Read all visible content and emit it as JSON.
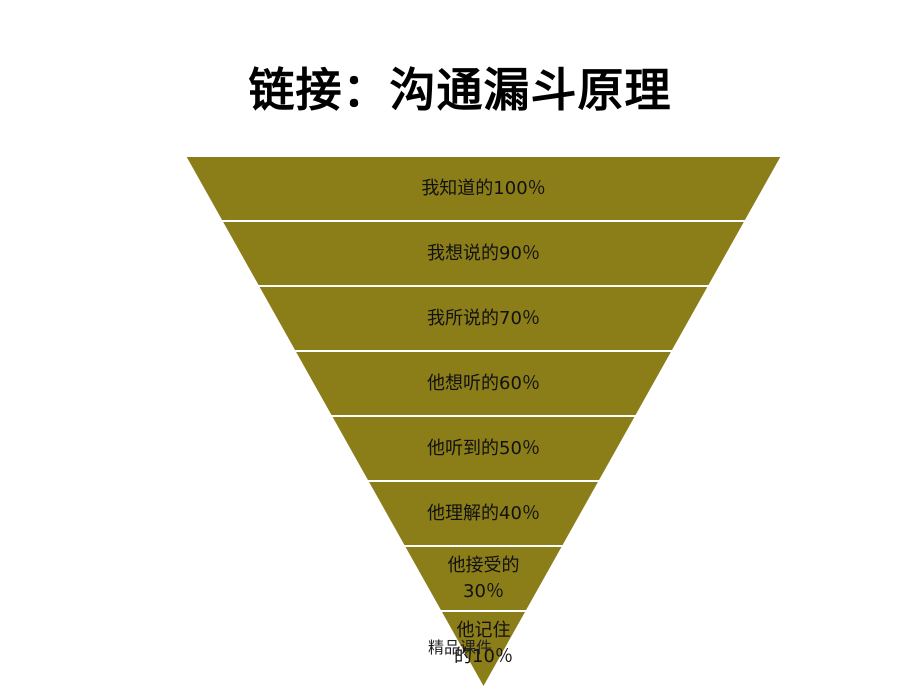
{
  "title": "链接：沟通漏斗原理",
  "colors": {
    "band_fill": "#8b7d18",
    "band_separator": "#ffffff",
    "label_text": "#111111"
  },
  "funnel": {
    "levels": [
      {
        "lines": [
          "我知道的100％"
        ]
      },
      {
        "lines": [
          "我想说的90％"
        ]
      },
      {
        "lines": [
          "我所说的70％"
        ]
      },
      {
        "lines": [
          "他想听的60％"
        ]
      },
      {
        "lines": [
          "他听到的50％"
        ]
      },
      {
        "lines": [
          "他理解的40％"
        ]
      },
      {
        "lines": [
          "他接受的",
          "30％"
        ]
      },
      {
        "lines": [
          "他记住",
          "的10％"
        ]
      }
    ]
  },
  "footer": "精品课件"
}
